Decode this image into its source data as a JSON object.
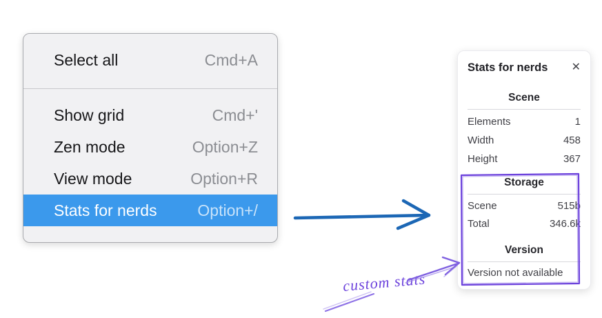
{
  "context_menu": {
    "items": [
      {
        "label": "Select all",
        "shortcut": "Cmd+A"
      },
      {
        "label": "Show grid",
        "shortcut": "Cmd+'"
      },
      {
        "label": "Zen mode",
        "shortcut": "Option+Z"
      },
      {
        "label": "View mode",
        "shortcut": "Option+R"
      },
      {
        "label": "Stats for nerds",
        "shortcut": "Option+/"
      }
    ],
    "highlighted_item": "Stats for nerds",
    "highlight_color": "#3b99ec"
  },
  "stats_panel": {
    "title": "Stats for nerds",
    "close_icon": "✕",
    "sections": [
      {
        "heading": "Scene",
        "rows": [
          {
            "label": "Elements",
            "value": "1"
          },
          {
            "label": "Width",
            "value": "458"
          },
          {
            "label": "Height",
            "value": "367"
          }
        ]
      },
      {
        "heading": "Storage",
        "rows": [
          {
            "label": "Scene",
            "value": "515b"
          },
          {
            "label": "Total",
            "value": "346.6k"
          }
        ]
      },
      {
        "heading": "Version",
        "note": "Version not available"
      }
    ]
  },
  "annotations": {
    "custom_stats_label": "custom stats",
    "blue_arrow_color": "#1c67b5",
    "violet_color": "#6c42dc"
  }
}
